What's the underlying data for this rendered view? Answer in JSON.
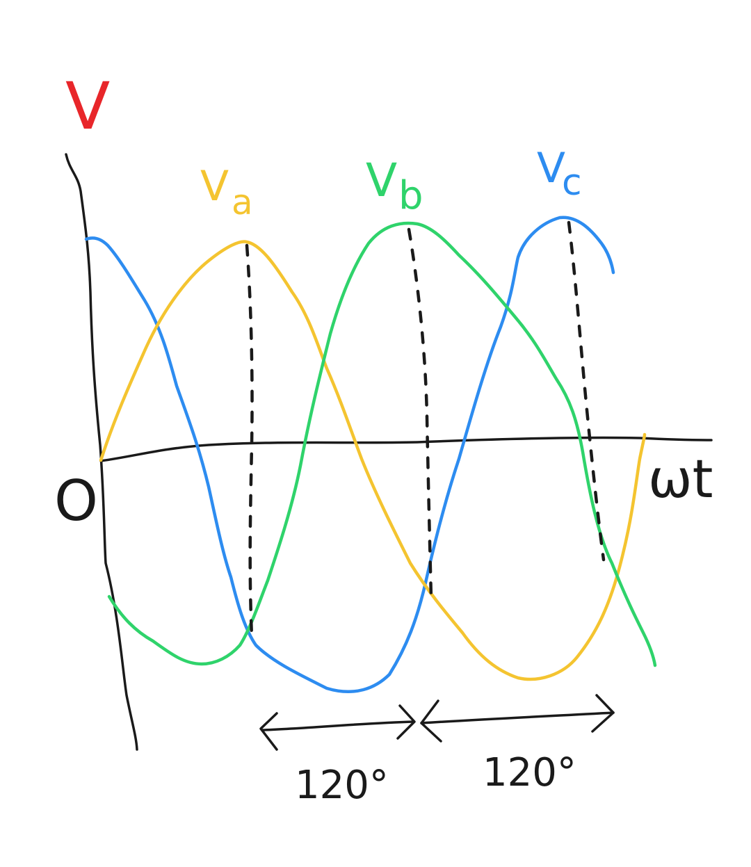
{
  "diagram": {
    "axis_labels": {
      "y": "V",
      "x": "ωt",
      "origin": "O"
    },
    "phases": [
      {
        "label": "Va",
        "letter": "V",
        "subscript": "a",
        "color": "#f4c430"
      },
      {
        "label": "Vb",
        "letter": "V",
        "subscript": "b",
        "color": "#2fd36b"
      },
      {
        "label": "Vc",
        "letter": "V",
        "subscript": "c",
        "color": "#2d8cf0"
      }
    ],
    "phase_shifts": [
      {
        "label": "120°"
      },
      {
        "label": "120°"
      }
    ],
    "colors": {
      "y_label": "#e8262a",
      "axis": "#1a1a1a",
      "dashes": "#1a1a1a"
    }
  }
}
